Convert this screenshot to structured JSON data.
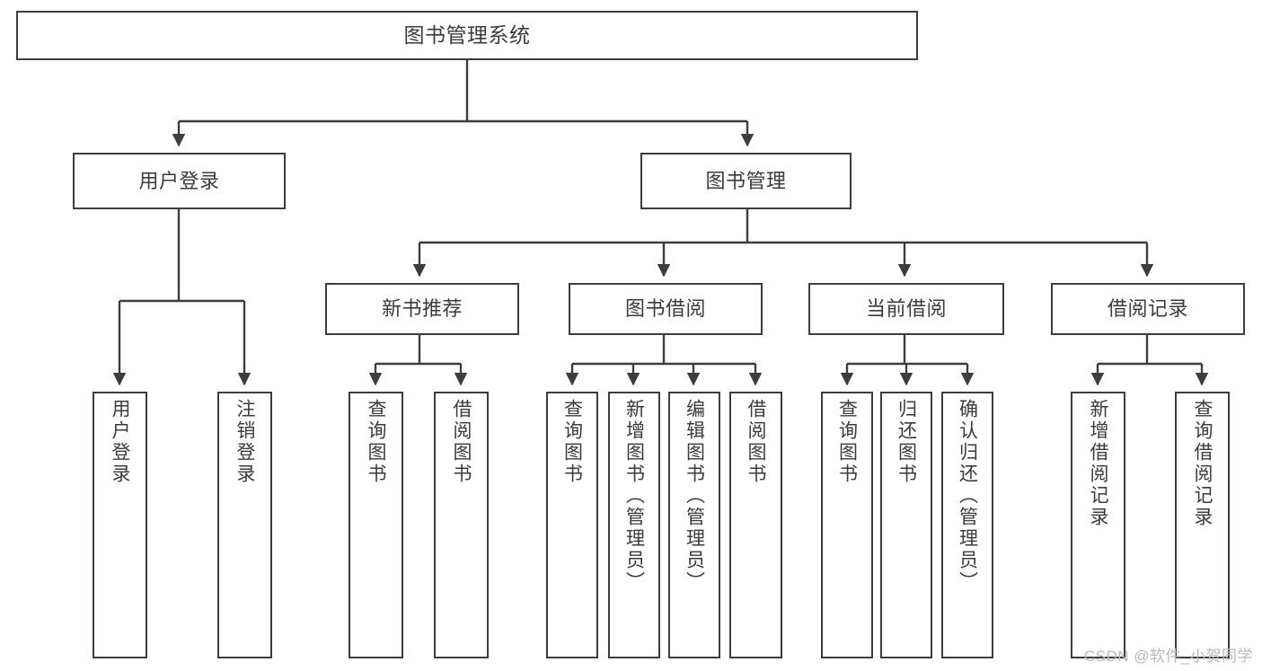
{
  "diagram": {
    "title": "图书管理系统",
    "type": "tree-hierarchy-diagram",
    "stroke_color": "#3d3d3d",
    "text_color": "#3b3b3b",
    "background_color": "#ffffff"
  },
  "nodes": {
    "root": {
      "label": "图书管理系统"
    },
    "level1": [
      {
        "label": "用户登录"
      },
      {
        "label": "图书管理"
      }
    ],
    "level2": [
      {
        "label": "新书推荐"
      },
      {
        "label": "图书借阅"
      },
      {
        "label": "当前借阅"
      },
      {
        "label": "借阅记录"
      }
    ],
    "leaves_user_login": [
      {
        "label": "用户登录"
      },
      {
        "label": "注销登录"
      }
    ],
    "leaves_new_books": [
      {
        "label": "查询图书"
      },
      {
        "label": "借阅图书"
      }
    ],
    "leaves_borrow": [
      {
        "label": "查询图书"
      },
      {
        "label": "新增图书（管理员）"
      },
      {
        "label": "编辑图书（管理员）"
      },
      {
        "label": "借阅图书"
      }
    ],
    "leaves_current": [
      {
        "label": "查询图书"
      },
      {
        "label": "归还图书"
      },
      {
        "label": "确认归还（管理员）"
      }
    ],
    "leaves_records": [
      {
        "label": "新增借阅记录"
      },
      {
        "label": "查询借阅记录"
      }
    ]
  },
  "watermark": {
    "text": "CSDN @软件_小贺同学"
  }
}
